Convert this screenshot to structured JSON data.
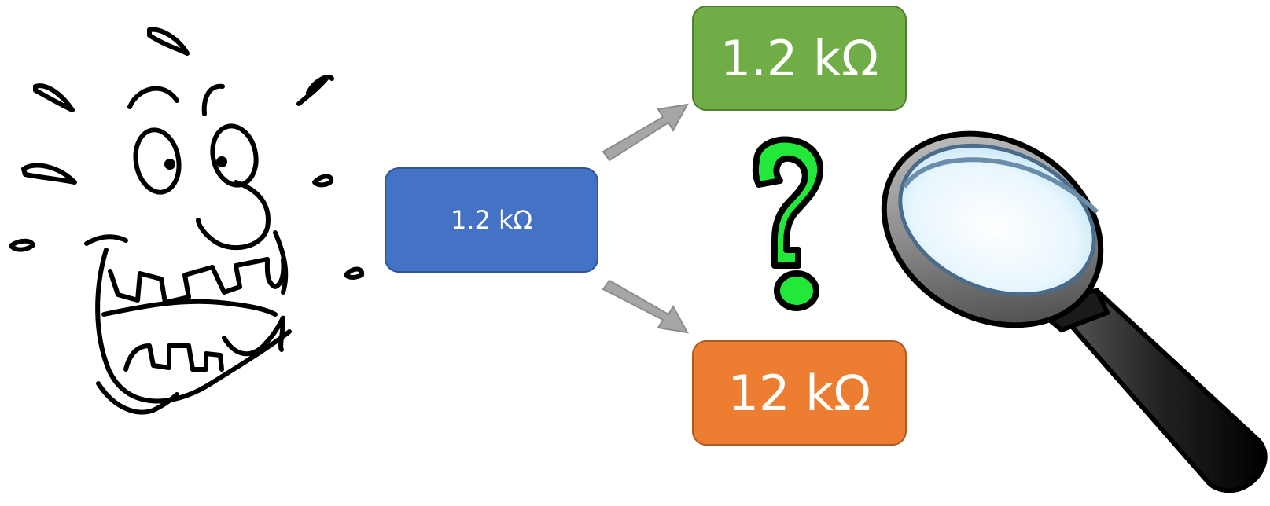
{
  "source": {
    "label": "1.2 kΩ",
    "color": "#4472C4",
    "border": "#2F5597"
  },
  "options": [
    {
      "label": "1.2 kΩ",
      "color": "#70AD47",
      "border": "#507E32"
    },
    {
      "label": "12 kΩ",
      "color": "#ED7D31",
      "border": "#AE5A21"
    }
  ],
  "colors": {
    "arrow": "#A6A6A6",
    "arrow_border": "#8C8C8C",
    "question_mark": "#22E83A",
    "ink": "#000000"
  },
  "icons": [
    "confused-face-icon",
    "arrow-right-icon",
    "question-mark-icon",
    "magnifying-glass-icon"
  ]
}
